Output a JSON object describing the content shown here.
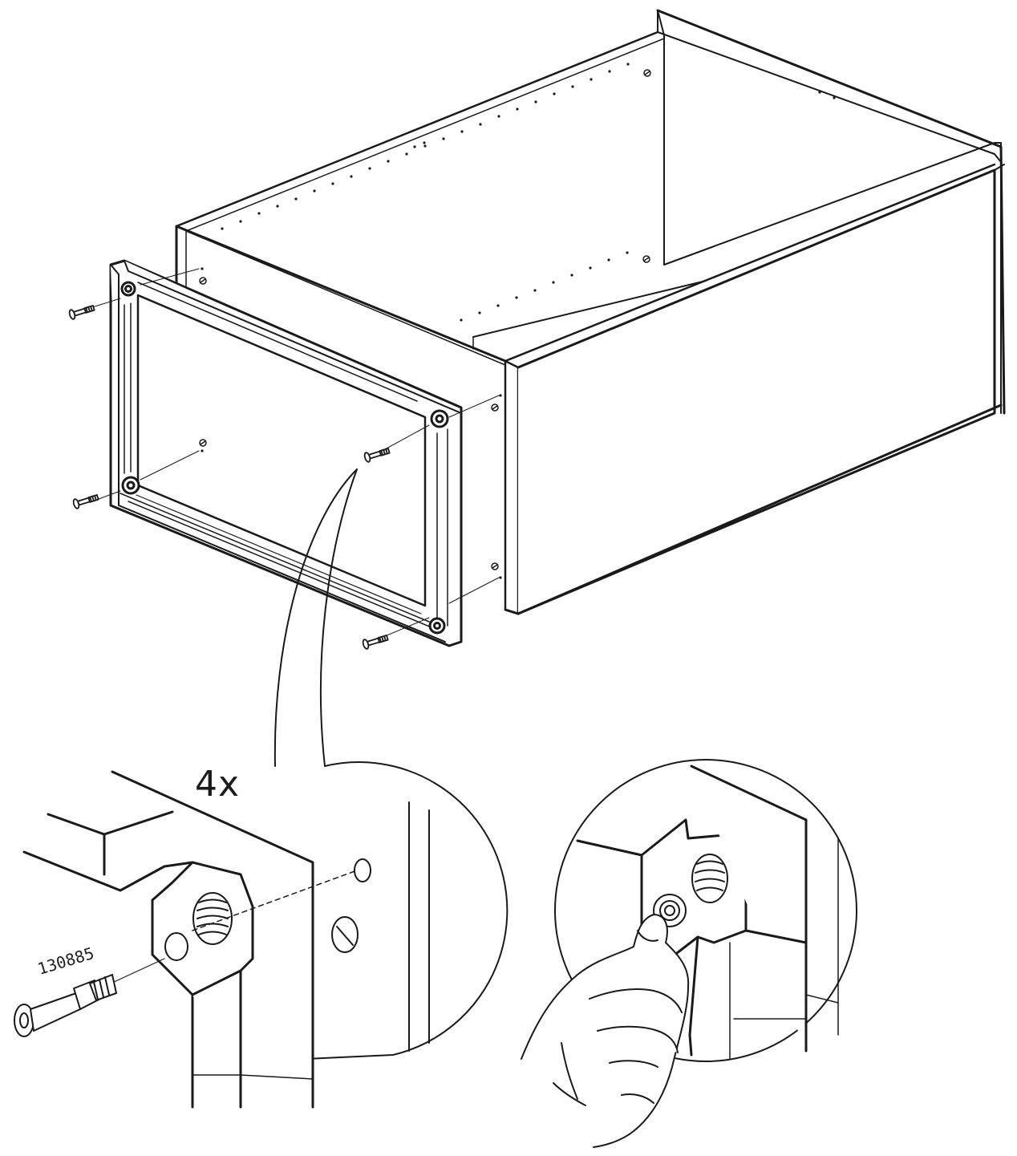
{
  "callout": {
    "quantity": "4x",
    "part_number": "130885"
  },
  "colors": {
    "line": "#1a1a1a",
    "background": "#ffffff"
  },
  "icons": [
    "drawer-cabinet",
    "front-mounting-frame",
    "screw",
    "threaded-insert",
    "hand"
  ]
}
